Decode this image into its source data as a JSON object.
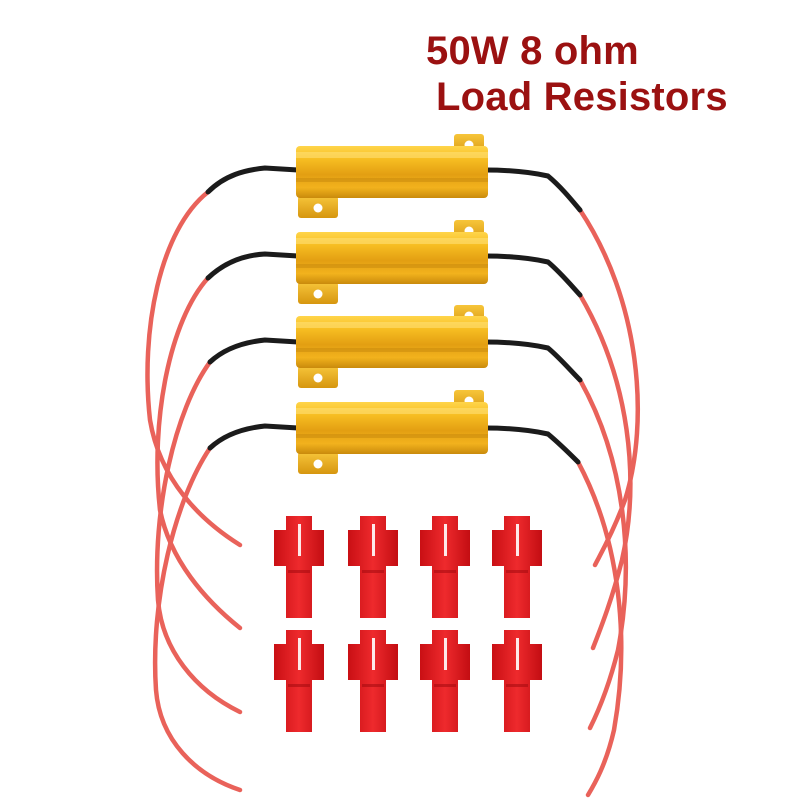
{
  "product_image": {
    "headline": {
      "line1": "50W 8 ohm",
      "line2": "Load Resistors"
    },
    "colors": {
      "headline_text": "#9b1111",
      "resistor_body": "#e8a914",
      "resistor_highlight": "#ffd34d",
      "wire_red": "#e9625a",
      "wire_black": "#1b1b1b",
      "connector_red": "#e4161c"
    },
    "resistor_count": 4,
    "connector_count": 8
  }
}
